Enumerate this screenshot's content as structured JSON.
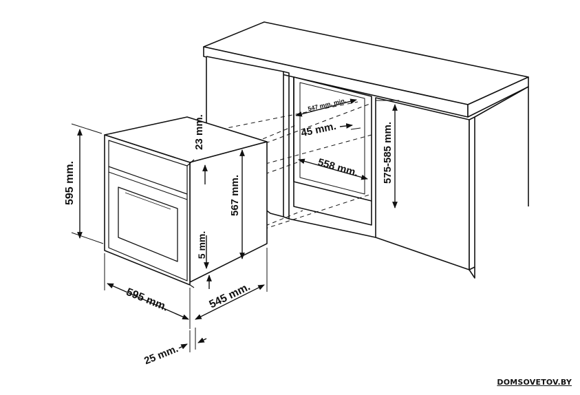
{
  "dimensions": {
    "oven_height": "595 mm.",
    "oven_width": "595 mm.",
    "oven_depth": "545 mm.",
    "front_panel_depth": "25 mm.",
    "top_clearance": "23 mm.",
    "body_height": "567 mm.",
    "bottom_clearance": "5 mm.",
    "niche_width_min": "547 mm. min.",
    "niche_inner_depth": "45 mm.",
    "niche_depth": "558 mm.",
    "niche_height": "575-585 mm."
  },
  "watermark": "DOMSOVETOV.BY",
  "colors": {
    "line": "#111111",
    "background": "#ffffff"
  }
}
